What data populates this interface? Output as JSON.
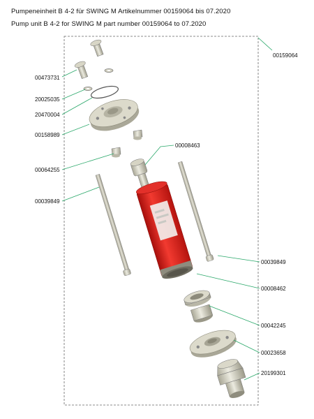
{
  "header": {
    "title_de": "Pumpeneinheit B 4-2 für SWING M Artikelnummer 00159064 bis 07.2020",
    "title_en": "Pump unit B 4-2 for SWING M part number 00159064 to 07.2020"
  },
  "assembly_label": "00159064",
  "parts": [
    {
      "id": "00473731"
    },
    {
      "id": "20025035"
    },
    {
      "id": "20470004"
    },
    {
      "id": "00158989"
    },
    {
      "id": "00008463"
    },
    {
      "id": "00064255"
    },
    {
      "id": "00039849"
    },
    {
      "id": "00039849"
    },
    {
      "id": "00008462"
    },
    {
      "id": "00042245"
    },
    {
      "id": "00023658"
    },
    {
      "id": "20199301"
    }
  ],
  "colors": {
    "leader": "#2aa86a",
    "cylinder": "#e0241f",
    "metal": "#d7d5c5",
    "frame": "#666666"
  }
}
